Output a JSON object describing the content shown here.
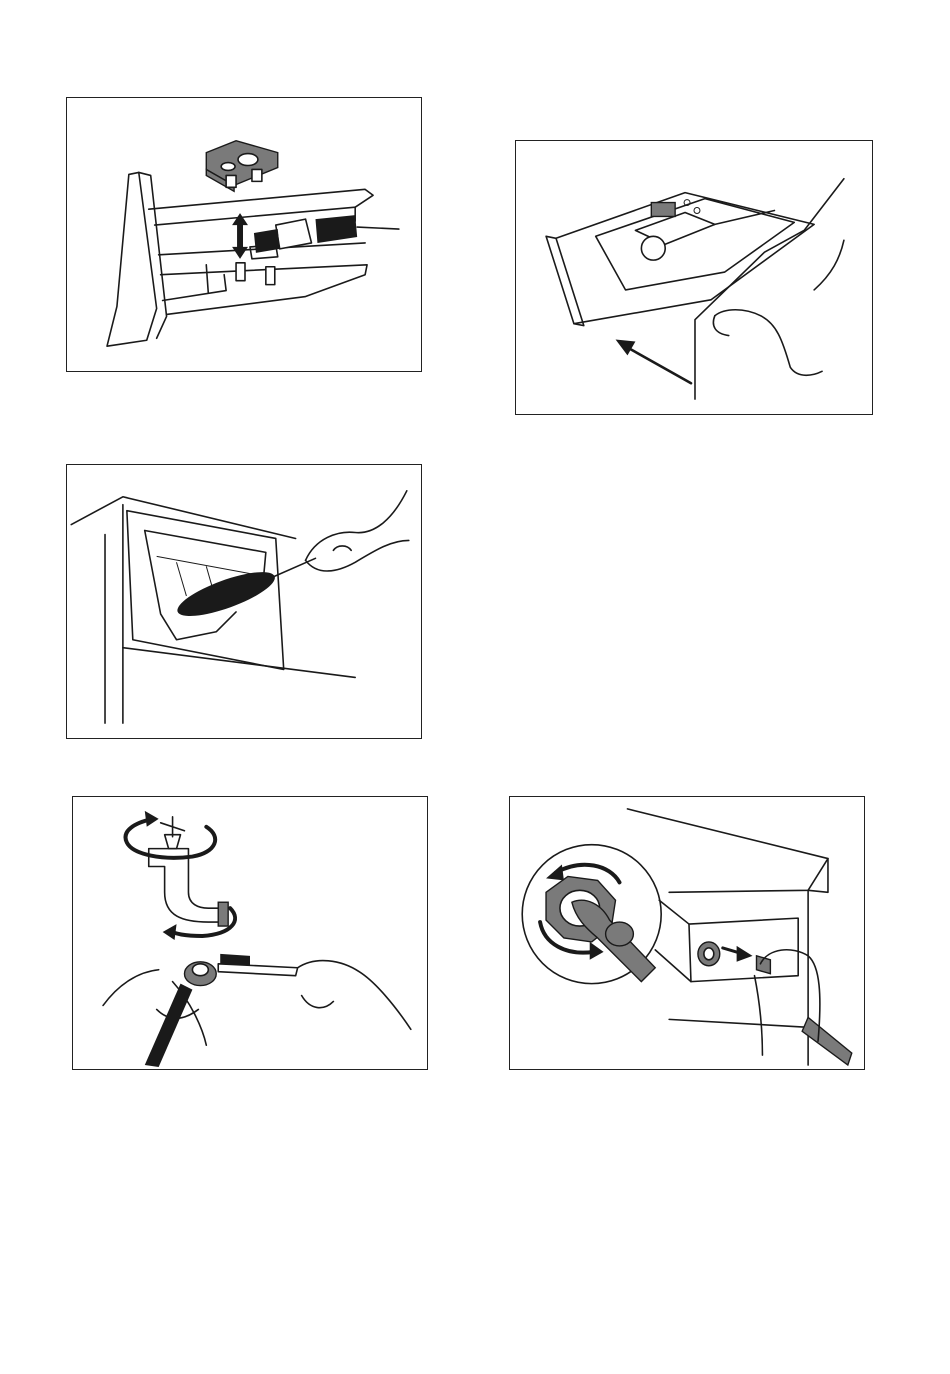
{
  "page": {
    "background": "#ffffff",
    "line_color": "#1a1a1a",
    "shade_color": "#7a7a7a"
  },
  "figures": [
    {
      "id": "dispenser-brush",
      "icons": [
        "up-down-arrow-icon",
        "brush-icon",
        "siphon-cap-icon"
      ]
    },
    {
      "id": "drawer-remove",
      "icons": [
        "pull-arrow-icon",
        "hand-icon"
      ]
    },
    {
      "id": "recess-brush",
      "icons": [
        "brush-icon",
        "hand-icon"
      ]
    },
    {
      "id": "tap-filter",
      "icons": [
        "rotate-arrow-icon",
        "tap-icon",
        "toothbrush-icon",
        "hose-icon"
      ]
    },
    {
      "id": "inlet-filter",
      "icons": [
        "rotate-arrow-icon",
        "magnifier-inset-icon",
        "filter-icon",
        "pull-arrow-icon"
      ]
    }
  ]
}
